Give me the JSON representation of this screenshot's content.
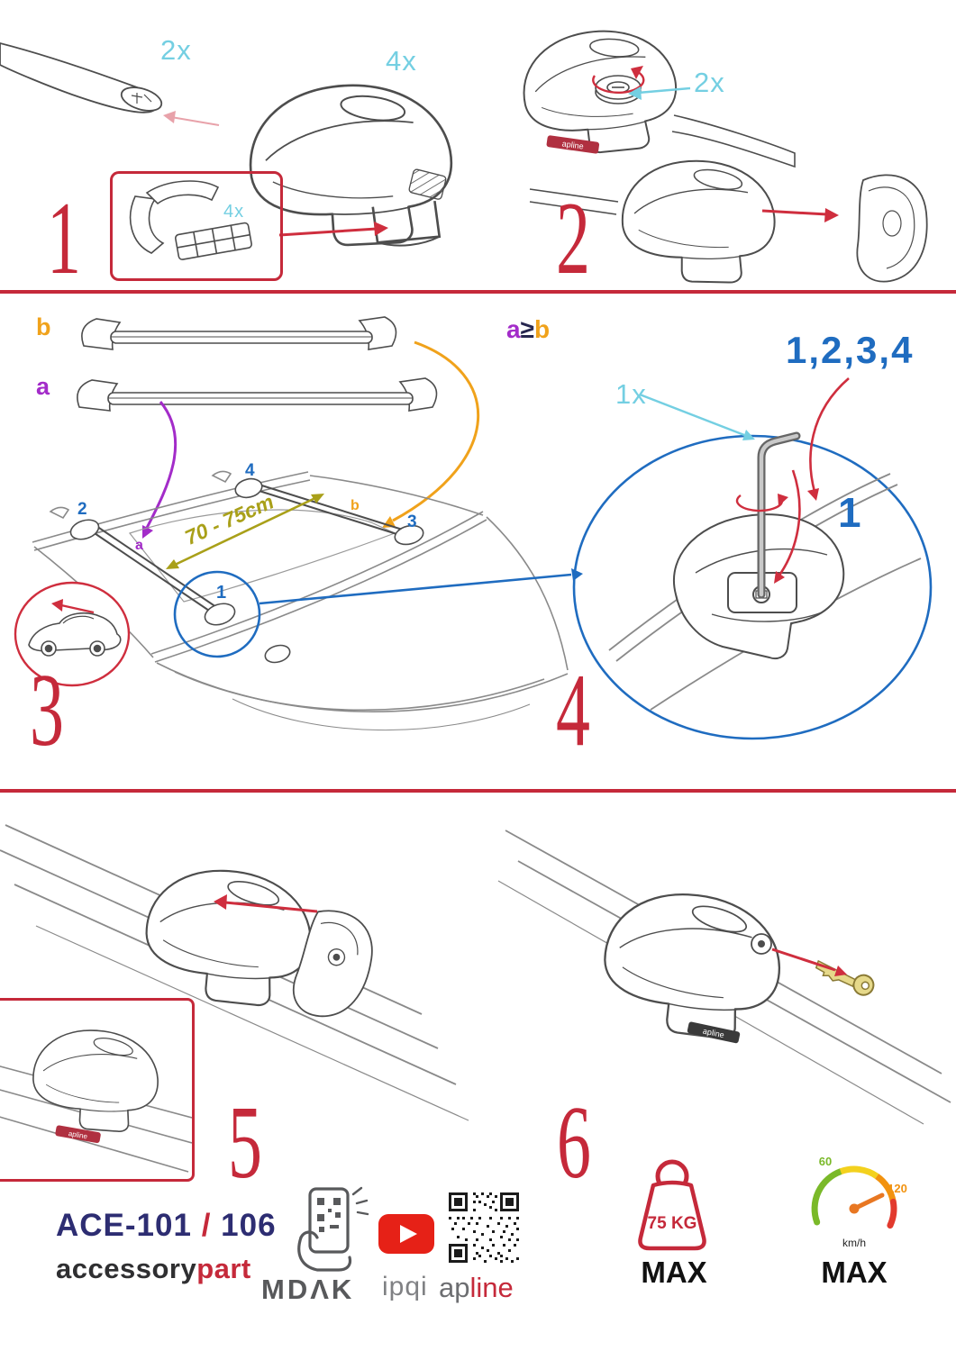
{
  "brand_on_foot": "apline",
  "step1": {
    "number": "1",
    "bar_qty": "2x",
    "foot_qty": "4x",
    "pad_qty": "4x"
  },
  "step2": {
    "number": "2",
    "knob_qty": "2x"
  },
  "step3": {
    "number": "3",
    "bar_b_label": "b",
    "bar_a_label": "a",
    "distance_label": "70 - 75cm",
    "roof_label_a": "a",
    "roof_label_b": "b",
    "pos_1": "1",
    "pos_2": "2",
    "pos_3": "3",
    "pos_4": "4"
  },
  "step4": {
    "number": "4",
    "condition_a": "a",
    "condition_gte": "≥",
    "condition_b": "b",
    "tighten_sequence": "1,2,3,4",
    "tool_qty": "1x",
    "start_position": "1"
  },
  "step5": {
    "number": "5"
  },
  "step6": {
    "number": "6"
  },
  "footer": {
    "model": "ACE-101",
    "model_separator": "/",
    "model_alt": "106",
    "brand_name_black": "accessory",
    "brand_name_red": "part",
    "logo_mdak": "MDΛK",
    "logo_ipqi": "ipqi",
    "logo_apline_gray": "ap",
    "logo_apline_red": "line",
    "weight_value": "75 KG",
    "weight_max_label": "MAX",
    "speed_low": "60",
    "speed_high": "120",
    "speed_unit": "km/h",
    "speed_max_label": "MAX"
  },
  "colors": {
    "red": "#c5293a",
    "cyan": "#74cfe2",
    "blue": "#1f6cc0",
    "purple": "#a32cc9",
    "orange": "#f0a21b",
    "olive": "#a9a019",
    "navy": "#2d2d72",
    "gray": "#58595b"
  }
}
